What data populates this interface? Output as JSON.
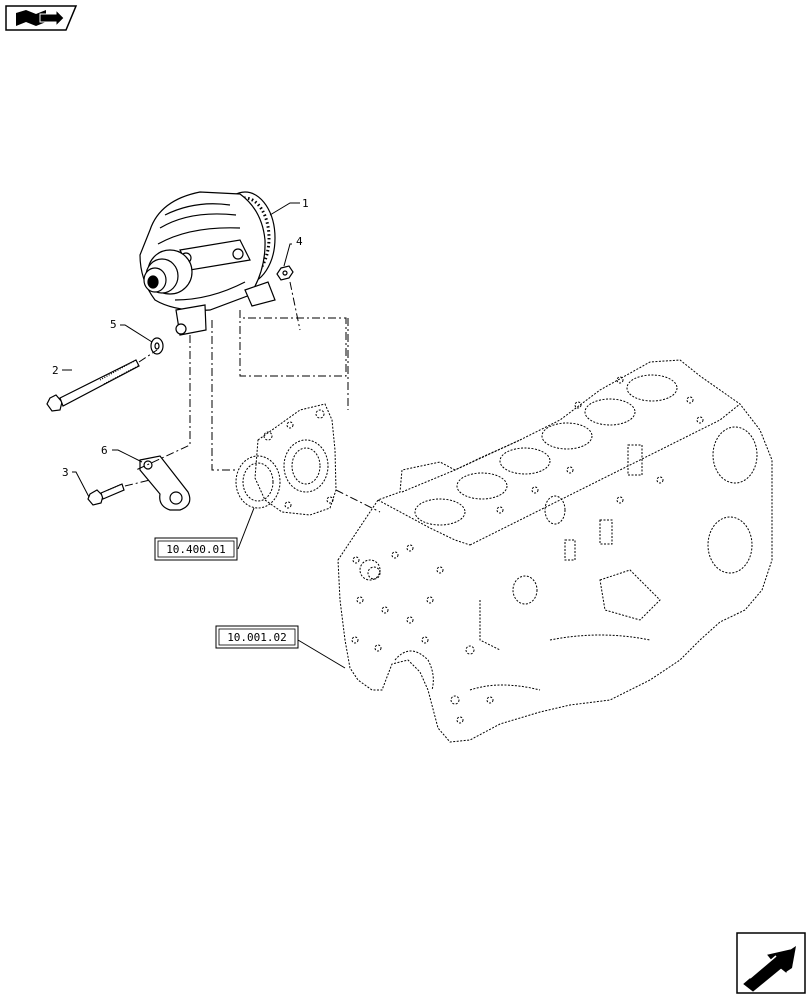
{
  "callouts": [
    {
      "id": "1",
      "label": "1"
    },
    {
      "id": "2",
      "label": "2"
    },
    {
      "id": "3",
      "label": "3"
    },
    {
      "id": "4",
      "label": "4"
    },
    {
      "id": "5",
      "label": "5"
    },
    {
      "id": "6",
      "label": "6"
    }
  ],
  "references": [
    {
      "id": "ref-10-400-01",
      "label": "10.400.01"
    },
    {
      "id": "ref-10-001-02",
      "label": "10.001.02"
    }
  ],
  "icons": {
    "top_left": "book-arrow-icon",
    "bottom_right": "next-page-arrow-icon"
  },
  "colors": {
    "line": "#000000",
    "background": "#ffffff"
  }
}
